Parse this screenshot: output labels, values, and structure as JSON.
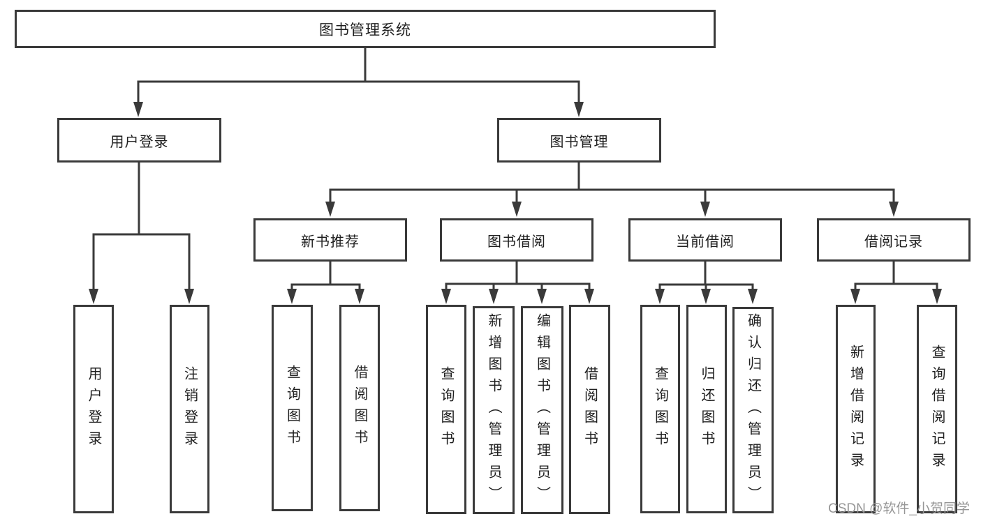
{
  "diagram": {
    "title": "图书管理系统",
    "level2": {
      "user_login": "用户登录",
      "book_management": "图书管理"
    },
    "login_children": [
      "用户登录",
      "注销登录"
    ],
    "level3": [
      "新书推荐",
      "图书借阅",
      "当前借阅",
      "借阅记录"
    ],
    "new_book_children": [
      "查询图书",
      "借阅图书"
    ],
    "borrowing_children": [
      "查询图书",
      "新增图书（管理员）",
      "编辑图书（管理员）",
      "借阅图书"
    ],
    "current_children": [
      "查询图书",
      "归还图书",
      "确认归还（管理员）"
    ],
    "record_children": [
      "新增借阅记录",
      "查询借阅记录"
    ]
  },
  "watermark": "CSDN @软件_小贺同学",
  "colors": {
    "line": "#3a3a3a",
    "text": "#1f1f1f",
    "watermark": "#969696",
    "background": "#ffffff"
  }
}
